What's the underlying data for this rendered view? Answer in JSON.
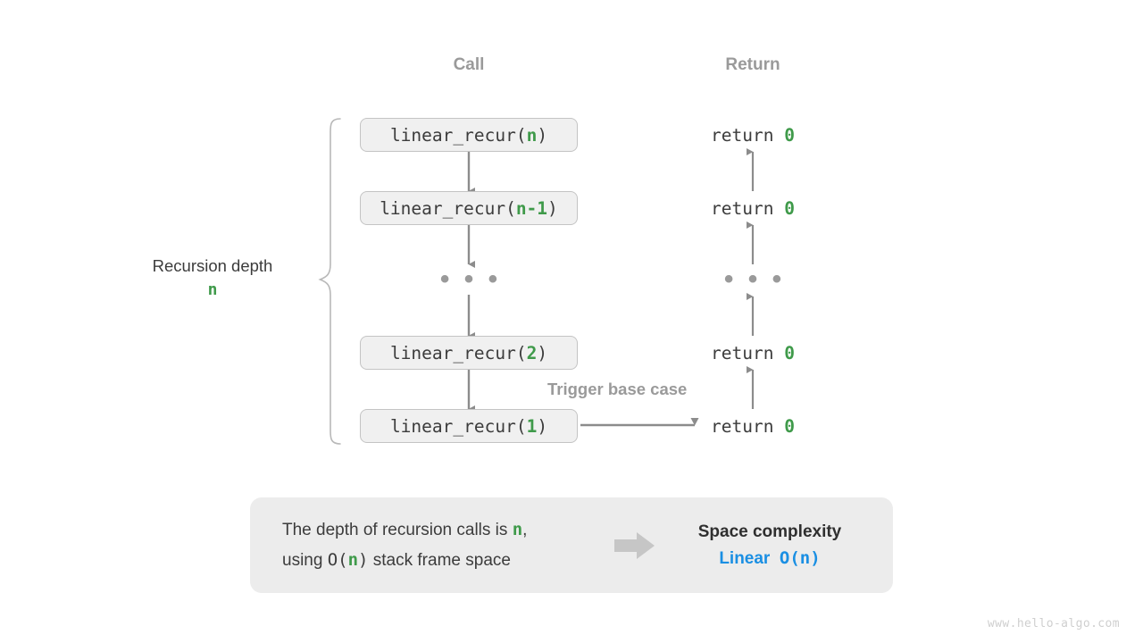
{
  "headers": {
    "call": "Call",
    "return": "Return"
  },
  "call_stack": [
    {
      "prefix": "linear_recur(",
      "arg": "n",
      "suffix": ")",
      "full": "linear_recur(n)"
    },
    {
      "prefix": "linear_recur(",
      "arg": "n-1",
      "suffix": ")",
      "full": "linear_recur(n-1)"
    },
    {
      "prefix": "linear_recur(",
      "arg": "2",
      "suffix": ")",
      "full": "linear_recur(2)"
    },
    {
      "prefix": "linear_recur(",
      "arg": "1",
      "suffix": ")",
      "full": "linear_recur(1)"
    }
  ],
  "call_ellipsis": "• • •",
  "return_ellipsis": "• • •",
  "returns": [
    {
      "keyword": "return",
      "value": "0",
      "full": "return 0"
    },
    {
      "keyword": "return",
      "value": "0",
      "full": "return 0"
    },
    {
      "keyword": "return",
      "value": "0",
      "full": "return 0"
    },
    {
      "keyword": "return",
      "value": "0",
      "full": "return 0"
    }
  ],
  "annotations": {
    "depth_label": "Recursion depth",
    "depth_value": "n",
    "trigger_base_case": "Trigger base case"
  },
  "summary": {
    "line1_a": "The depth of recursion calls is ",
    "line1_n": "n",
    "line1_b": ",",
    "line2_a": "using ",
    "line2_O": "O(",
    "line2_n": "n",
    "line2_Oclose": ")",
    "line2_b": " stack frame space",
    "title": "Space complexity",
    "value_label": "Linear",
    "value_big_o": "O(n)"
  },
  "watermark": "www.hello-algo.com",
  "colors": {
    "accent_green": "#3f9a4a",
    "accent_blue": "#1a8fe3",
    "gray_text": "#9a9a9a",
    "dark_text": "#3c3c3c",
    "box_fill": "#f0f0f0",
    "box_border": "#c4c4c4",
    "panel_fill": "#ececec",
    "arrow_gray": "#8c8c8c",
    "brace_gray": "#b8b8b8",
    "watermark_gray": "#cfcfcf"
  }
}
